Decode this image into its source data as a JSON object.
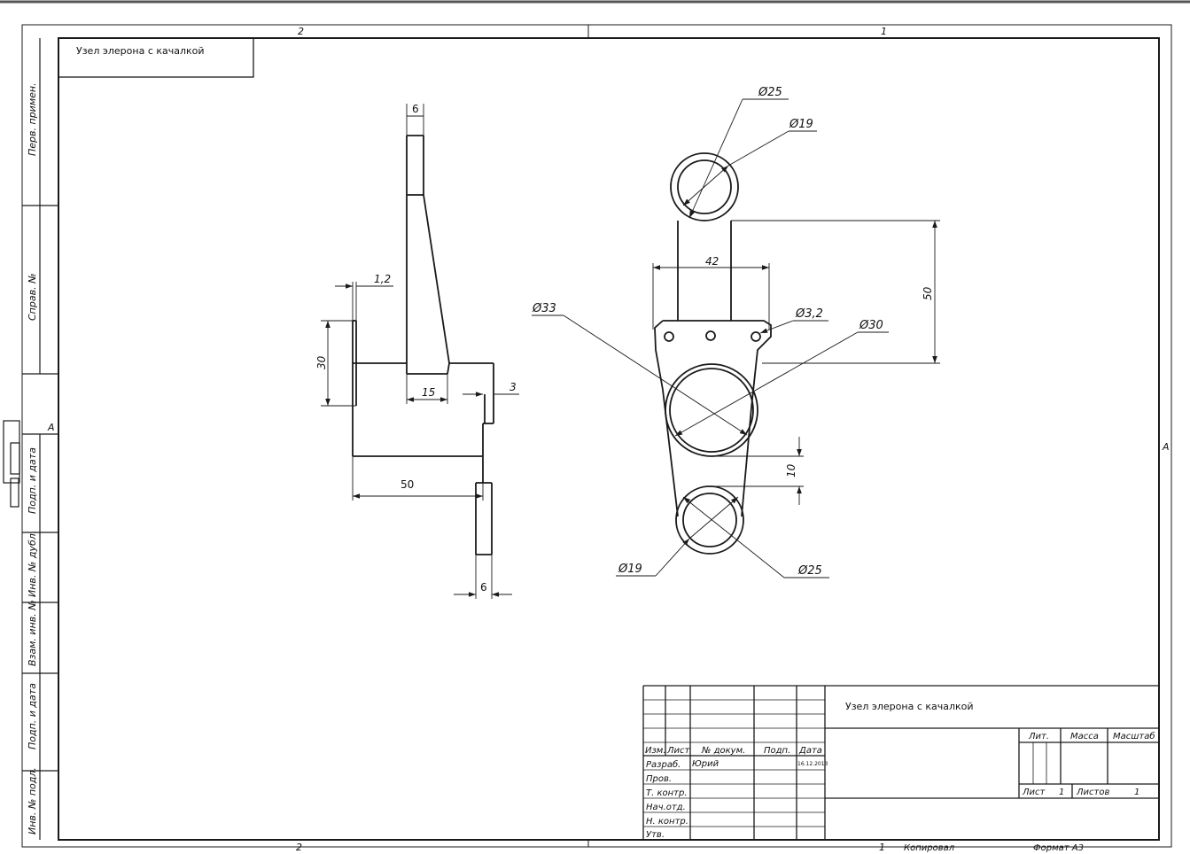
{
  "corner_title": "Узел элерона с качалкой",
  "zones": {
    "top_left": "2",
    "top_right": "1",
    "bottom_left": "2",
    "bottom_right": "1",
    "left_mark": "А",
    "right_mark": "А"
  },
  "side_columns": [
    "Перв. примен.",
    "Справ. №",
    "Подп. и дата",
    "Инв. № дубл.",
    "Взам. инв. №",
    "Подп. и дата",
    "Инв. № подл."
  ],
  "side_view_dims": {
    "top_width": "6",
    "offset": "1,2",
    "height": "30",
    "base": "15",
    "thickness": "3",
    "length": "50",
    "bottom_width": "6"
  },
  "front_view_dims": {
    "top_outer": "Ø25",
    "top_inner": "Ø19",
    "width": "42",
    "hole": "Ø3,2",
    "big_outer": "Ø33",
    "big_inner": "Ø30",
    "distance": "50",
    "offset": "10",
    "bottom_inner": "Ø19",
    "bottom_outer": "Ø25"
  },
  "title_block": {
    "name": "Узел элерона с качалкой",
    "header": [
      "Изм.",
      "Лист",
      "№ докум.",
      "Подп.",
      "Дата"
    ],
    "rows": [
      {
        "role": "Разраб.",
        "name": "Юрий",
        "date": "16.12.2013"
      },
      {
        "role": "Пров.",
        "name": "",
        "date": ""
      },
      {
        "role": "Т. контр.",
        "name": "",
        "date": ""
      },
      {
        "role": "Нач.отд.",
        "name": "",
        "date": ""
      },
      {
        "role": "Н. контр.",
        "name": "",
        "date": ""
      },
      {
        "role": "Утв.",
        "name": "",
        "date": ""
      }
    ],
    "lit_label": "Лит.",
    "mass_label": "Масса",
    "scale_label": "Масштаб",
    "sheet_label": "Лист",
    "sheet_value": "1",
    "sheets_label": "Листов",
    "sheets_value": "1"
  },
  "footer": {
    "page": "1",
    "copied": "Копировал",
    "format": "Формат А3"
  }
}
